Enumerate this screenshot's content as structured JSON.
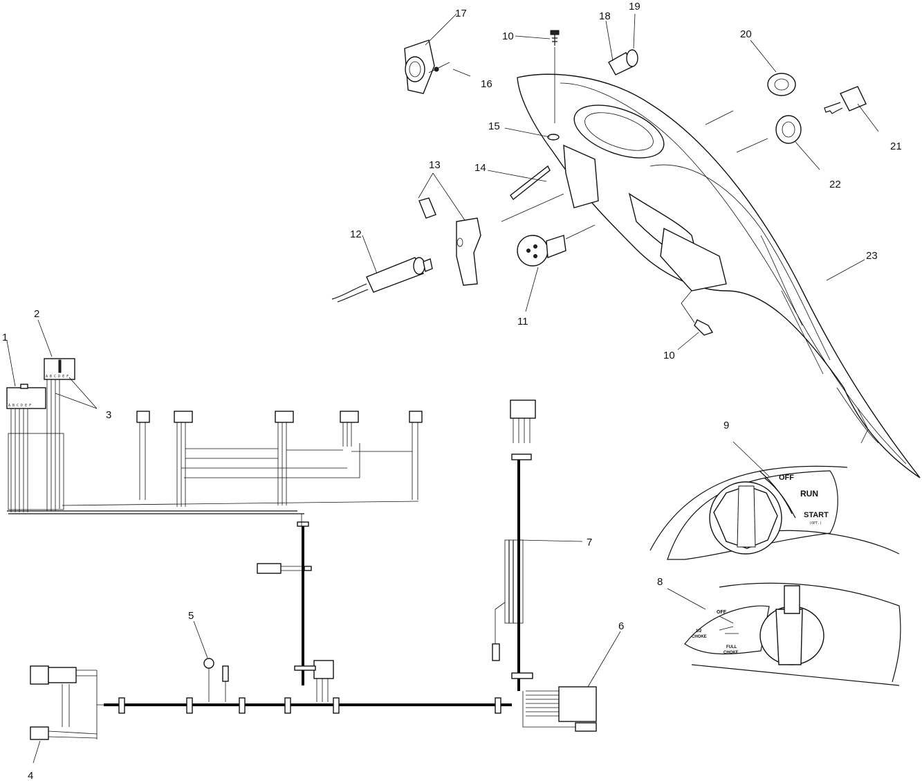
{
  "callouts": {
    "c1": "1",
    "c2": "2",
    "c3": "3",
    "c4": "4",
    "c5": "5",
    "c6": "6",
    "c7": "7",
    "c8": "8",
    "c9": "9",
    "c10a": "10",
    "c10b": "10",
    "c11": "11",
    "c12": "12",
    "c13": "13",
    "c14": "14",
    "c15": "15",
    "c16": "16",
    "c17": "17",
    "c18": "18",
    "c19": "19",
    "c20": "20",
    "c21": "21",
    "c22": "22",
    "c23": "23"
  },
  "ignition_panel": {
    "off": "OFF",
    "run": "RUN",
    "start": "START",
    "start_note": "(OPT.)"
  },
  "choke_panel": {
    "off": "OFF",
    "half_choke_1": "1/2",
    "half_choke_2": "CHOKE",
    "full_choke_1": "FULL",
    "full_choke_2": "CHOKE"
  },
  "connector_pins": "A B C D E F",
  "colors": {
    "line": "#111111",
    "background": "#ffffff"
  }
}
